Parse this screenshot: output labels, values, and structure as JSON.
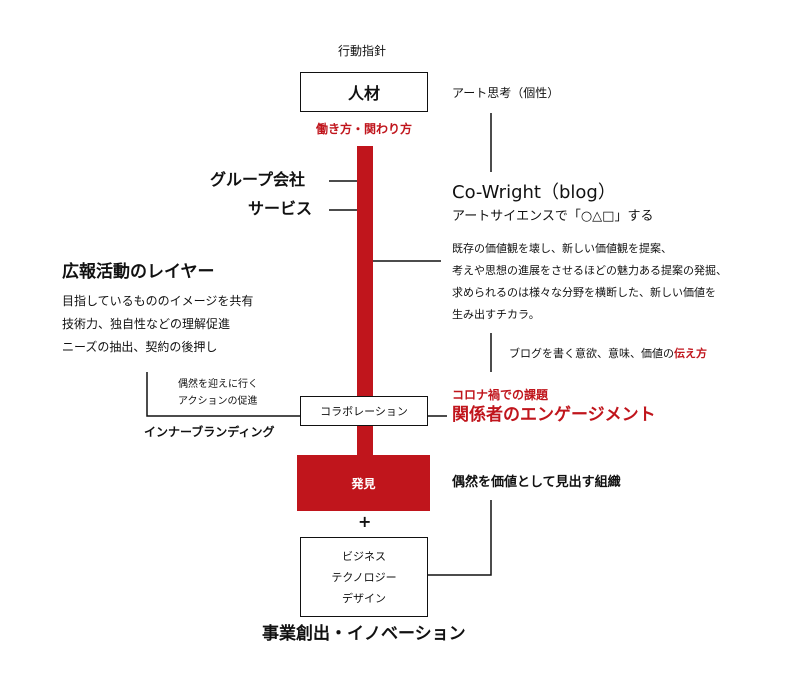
{
  "action_guideline": "行動指針",
  "human_resources": "人材",
  "art_thinking": "アート思考（個性）",
  "work_style": "働き方・関わり方",
  "group_company": "グループ会社",
  "services": "サービス",
  "co_wright_title": "Co-Wright（blog）",
  "co_wright_subtitle": "アートサイエンスで「○△□」する",
  "co_wright_desc": [
    "既存の価値観を壊し、新しい価値観を提案、",
    "考えや思想の進展をさせるほどの魅力ある提案の発掘、",
    "求められるのは様々な分野を横断した、新しい価値を",
    "生み出すチカラ。"
  ],
  "pr_title": "広報活動のレイヤー",
  "pr_items": [
    "目指しているもののイメージを共有",
    "技術力、独自性などの理解促進",
    "ニーズの抽出、契約の後押し"
  ],
  "blog_motivation_prefix": "ブログを書く意欲、意味、価値の",
  "blog_motivation_highlight": "伝え方",
  "chance_action": [
    "偶然を迎えに行く",
    "アクションの促進"
  ],
  "corona_issue": "コロナ禍での課題",
  "stakeholder_engagement": "関係者のエンゲージメント",
  "collaboration": "コラボレーション",
  "inner_branding": "インナーブランディング",
  "discovery": "発見",
  "chance_value_org": "偶然を価値として見出す組織",
  "plus": "+",
  "disciplines": [
    "ビジネス",
    "テクノロジー",
    "デザイン"
  ],
  "business_innovation": "事業創出・イノベーション",
  "colors": {
    "accent": "#c0151c",
    "ink": "#111111"
  }
}
